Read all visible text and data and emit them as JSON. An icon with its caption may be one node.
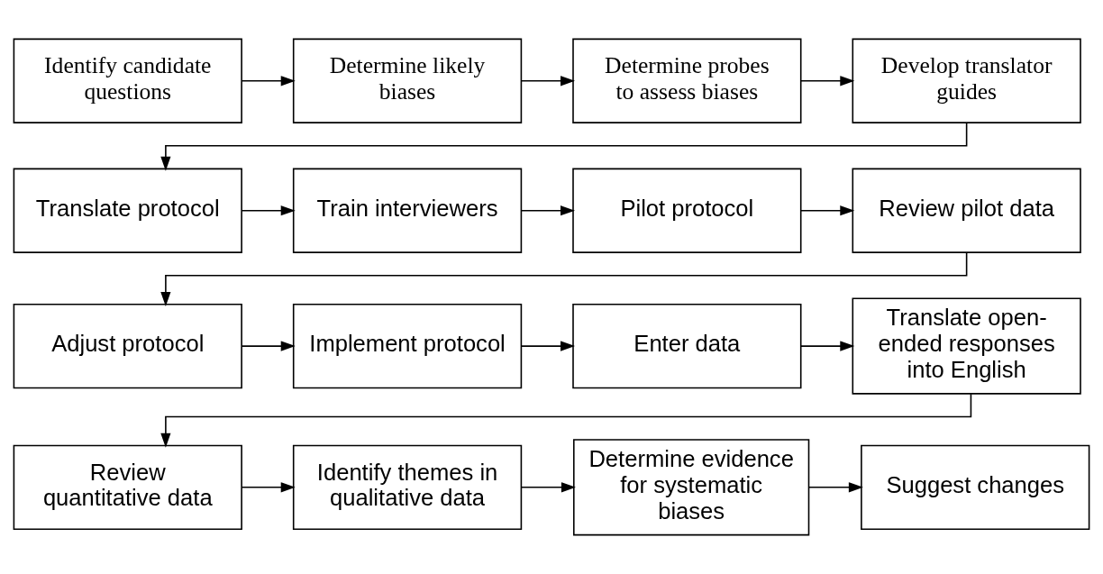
{
  "diagram": {
    "nodes": [
      {
        "text": [
          "Identify candidate questions"
        ]
      },
      {
        "text": [
          "Determine likely biases"
        ]
      },
      {
        "text": [
          "Determine probes to assess biases"
        ]
      },
      {
        "text": [
          "Develop translator guides"
        ]
      },
      {
        "text": [
          "Translate protocol"
        ]
      },
      {
        "text": [
          "Train interviewers"
        ]
      },
      {
        "text": [
          "Pilot protocol"
        ]
      },
      {
        "text": [
          "Review pilot data"
        ]
      },
      {
        "text": [
          "Adjust protocol"
        ]
      },
      {
        "text": [
          "Implement protocol"
        ]
      },
      {
        "text": [
          "Enter data"
        ]
      },
      {
        "text": [
          "Translate open-ended responses into English"
        ]
      },
      {
        "text": [
          "Review quantitative data"
        ]
      },
      {
        "text": [
          "Identify themes in qualitative data"
        ]
      },
      {
        "text": [
          "Determine evidence for systematic biases"
        ]
      },
      {
        "text": [
          "Suggest changes"
        ]
      }
    ],
    "edges": [
      {
        "from": 0,
        "to": 1,
        "arrow": "to"
      },
      {
        "from": 1,
        "to": 2,
        "arrow": "to"
      },
      {
        "from": 2,
        "to": 3,
        "arrow": "to"
      },
      {
        "from": 3,
        "to": 4,
        "arrow": "to"
      },
      {
        "from": 4,
        "to": 5,
        "arrow": "to"
      },
      {
        "from": 5,
        "to": 6,
        "arrow": "to"
      },
      {
        "from": 6,
        "to": 7,
        "arrow": "to"
      },
      {
        "from": 7,
        "to": 8,
        "arrow": "to"
      },
      {
        "from": 8,
        "to": 9,
        "arrow": "to"
      },
      {
        "from": 9,
        "to": 10,
        "arrow": "to"
      },
      {
        "from": 10,
        "to": 11,
        "arrow": "to"
      },
      {
        "from": 11,
        "to": 12,
        "arrow": "to"
      },
      {
        "from": 12,
        "to": 13,
        "arrow": "to"
      },
      {
        "from": 13,
        "to": 14,
        "arrow": "to"
      },
      {
        "from": 14,
        "to": 15,
        "arrow": "to"
      }
    ]
  }
}
